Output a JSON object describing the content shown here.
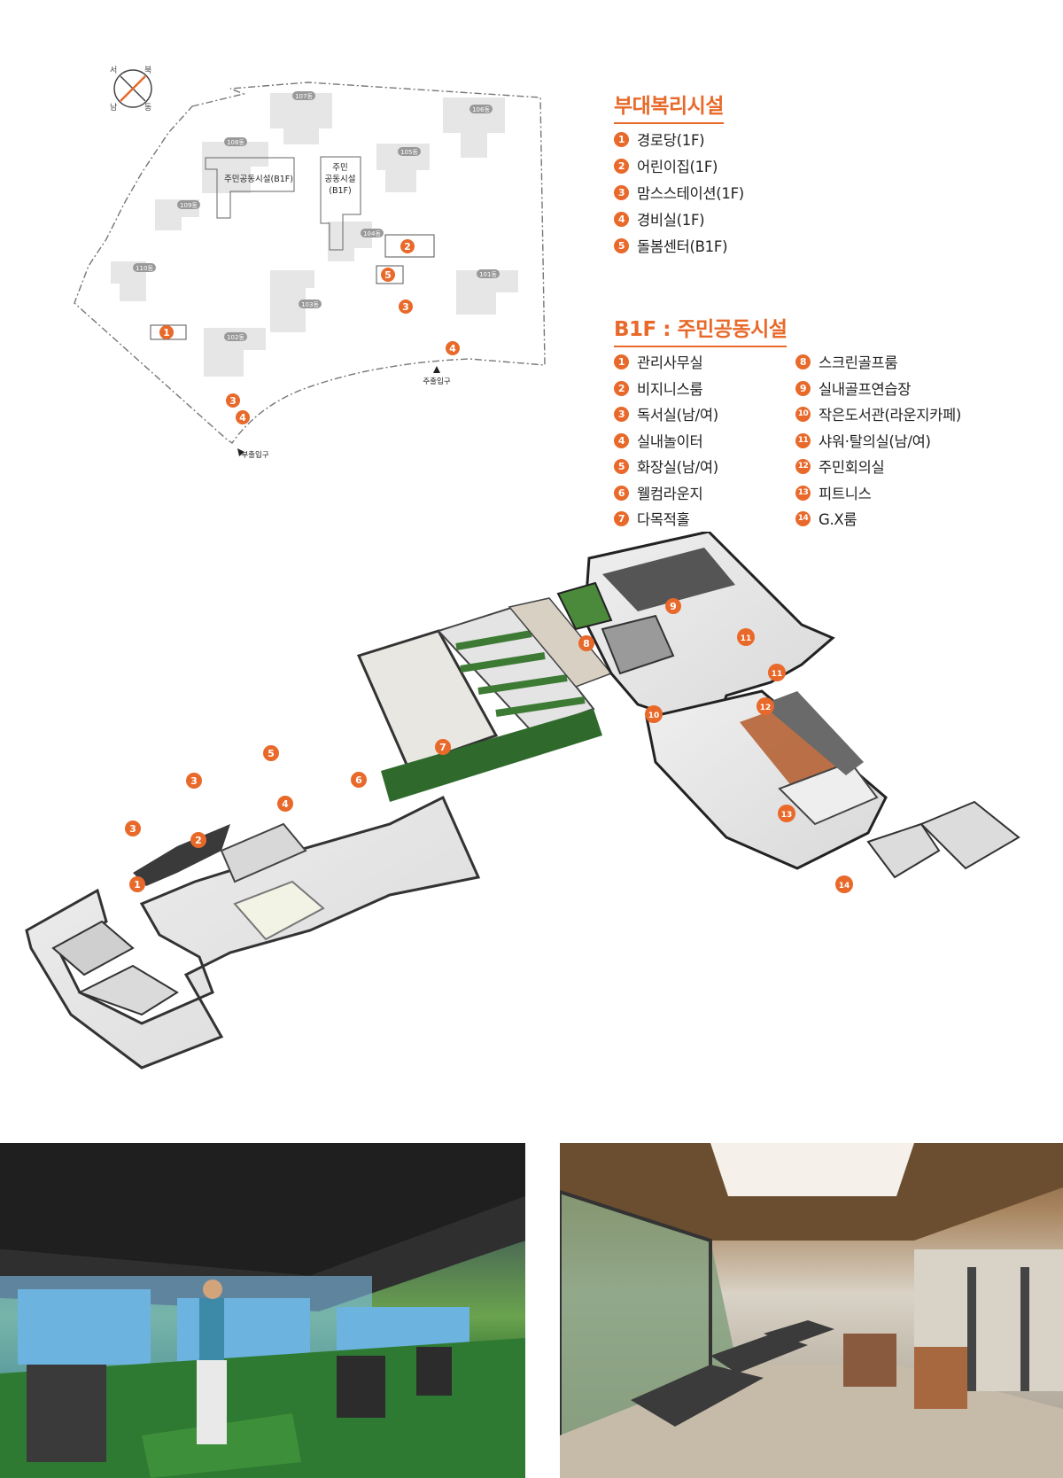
{
  "compass": {
    "north": "북",
    "south": "남",
    "east": "동",
    "west": "서"
  },
  "site_map": {
    "buildings": [
      {
        "id": "107",
        "label": "107동"
      },
      {
        "id": "106",
        "label": "106동"
      },
      {
        "id": "108",
        "label": "108동"
      },
      {
        "id": "105",
        "label": "105동"
      },
      {
        "id": "109",
        "label": "109동"
      },
      {
        "id": "104",
        "label": "104동"
      },
      {
        "id": "110",
        "label": "110동"
      },
      {
        "id": "101",
        "label": "101동"
      },
      {
        "id": "103",
        "label": "103동"
      },
      {
        "id": "102",
        "label": "102동"
      }
    ],
    "facility_box_left": "주민공동시설(B1F)",
    "facility_box_center_1": "주민",
    "facility_box_center_2": "공동시설",
    "facility_box_center_3": "(B1F)",
    "entrance_main": "주출입구",
    "entrance_sub": "부출입구",
    "markers": [
      "1",
      "2",
      "3",
      "4",
      "5",
      "3",
      "4"
    ]
  },
  "legend_amenities": {
    "title": "부대복리시설",
    "items": [
      {
        "num": "1",
        "label": "경로당(1F)"
      },
      {
        "num": "2",
        "label": "어린이집(1F)"
      },
      {
        "num": "3",
        "label": "맘스스테이션(1F)"
      },
      {
        "num": "4",
        "label": "경비실(1F)"
      },
      {
        "num": "5",
        "label": "돌봄센터(B1F)"
      }
    ]
  },
  "legend_b1f": {
    "title": "B1F : 주민공동시설",
    "items": [
      {
        "num": "1",
        "label": "관리사무실"
      },
      {
        "num": "2",
        "label": "비지니스룸"
      },
      {
        "num": "3",
        "label": "독서실(남/여)"
      },
      {
        "num": "4",
        "label": "실내놀이터"
      },
      {
        "num": "5",
        "label": "화장실(남/여)"
      },
      {
        "num": "6",
        "label": "웰컴라운지"
      },
      {
        "num": "7",
        "label": "다목적홀"
      },
      {
        "num": "8",
        "label": "스크린골프룸"
      },
      {
        "num": "9",
        "label": "실내골프연습장"
      },
      {
        "num": "10",
        "label": "작은도서관(라운지카페)"
      },
      {
        "num": "11",
        "label": "샤워·탈의실(남/여)"
      },
      {
        "num": "12",
        "label": "주민회의실"
      },
      {
        "num": "13",
        "label": "피트니스"
      },
      {
        "num": "14",
        "label": "G.X룸"
      }
    ]
  },
  "floorplan_markers": [
    "1",
    "2",
    "3",
    "3",
    "4",
    "5",
    "6",
    "7",
    "8",
    "9",
    "10",
    "11",
    "11",
    "12",
    "13",
    "14"
  ],
  "photos": {
    "left": "golf-room-photo",
    "right": "fitness-photo"
  },
  "colors": {
    "accent": "#e8692a",
    "building": "#e6e6e6",
    "grass": "#2f6a2c"
  }
}
